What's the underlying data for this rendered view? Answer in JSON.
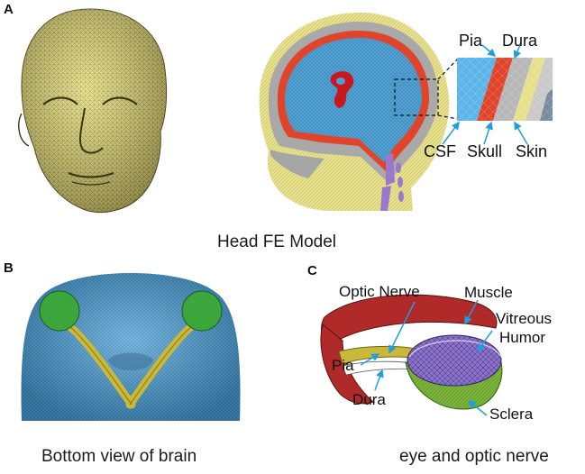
{
  "panels": {
    "a": {
      "letter": "A",
      "caption": "Head FE Model",
      "labels": {
        "pia": "Pia",
        "dura": "Dura",
        "csf": "CSF",
        "skull": "Skull",
        "skin": "Skin"
      }
    },
    "b": {
      "letter": "B",
      "caption": "Bottom view of brain"
    },
    "c": {
      "letter": "C",
      "caption": "eye and optic nerve",
      "labels": {
        "optic_nerve": "Optic Nerve",
        "muscle": "Muscle",
        "vitreous_humor_1": "Vitreous",
        "vitreous_humor_2": "Humor",
        "pia": "Pia",
        "dura": "Dura",
        "sclera": "Sclera"
      }
    }
  },
  "colors": {
    "skin": "#e6e08a",
    "brain": "#4f9fd1",
    "csf_pia_band": "#e0452b",
    "skull": "#a9a9a9",
    "eye_green": "#3fae3f",
    "optic_nerve": "#c9b83a",
    "muscle": "#b02a2a",
    "vitreous": "#8a72c9",
    "leader": "#1ea0e0"
  }
}
